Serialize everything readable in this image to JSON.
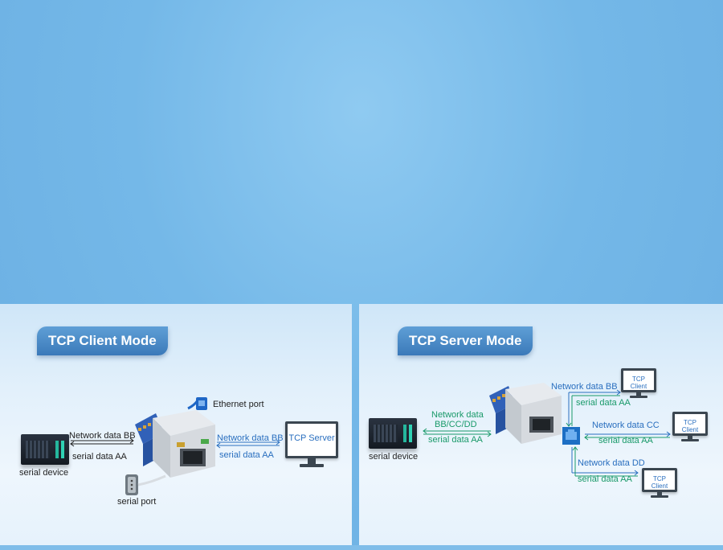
{
  "left_panel": {
    "title": "TCP Client Mode",
    "labels": {
      "ethernet_port": "Ethernet port",
      "network_data_bb_left": "Network data BB",
      "serial_data_aa_left": "serial data AA",
      "network_data_bb_right": "Network data BB",
      "serial_data_aa_right": "serial data AA",
      "serial_device": "serial device",
      "serial_port": "serial port",
      "tcp_server": "TCP Server"
    }
  },
  "right_panel": {
    "title": "TCP Server Mode",
    "labels": {
      "network_data_multi_line1": "Network data",
      "network_data_multi_line2": "BB/CC/DD",
      "serial_data_aa": "serial data AA",
      "serial_device": "serial device",
      "network_data_bb": "Network data BB",
      "serial_data_aa_bb": "serial data AA",
      "network_data_cc": "Network data CC",
      "serial_data_aa_cc": "serial data AA",
      "network_data_dd": "Network data DD",
      "serial_data_aa_dd": "serial data AA",
      "tcp_client": "TCP Client"
    }
  },
  "colors": {
    "network_blue": "#2a6fbf",
    "serial_green": "#1a9a6a",
    "tab_blue": "#3b79b9"
  }
}
